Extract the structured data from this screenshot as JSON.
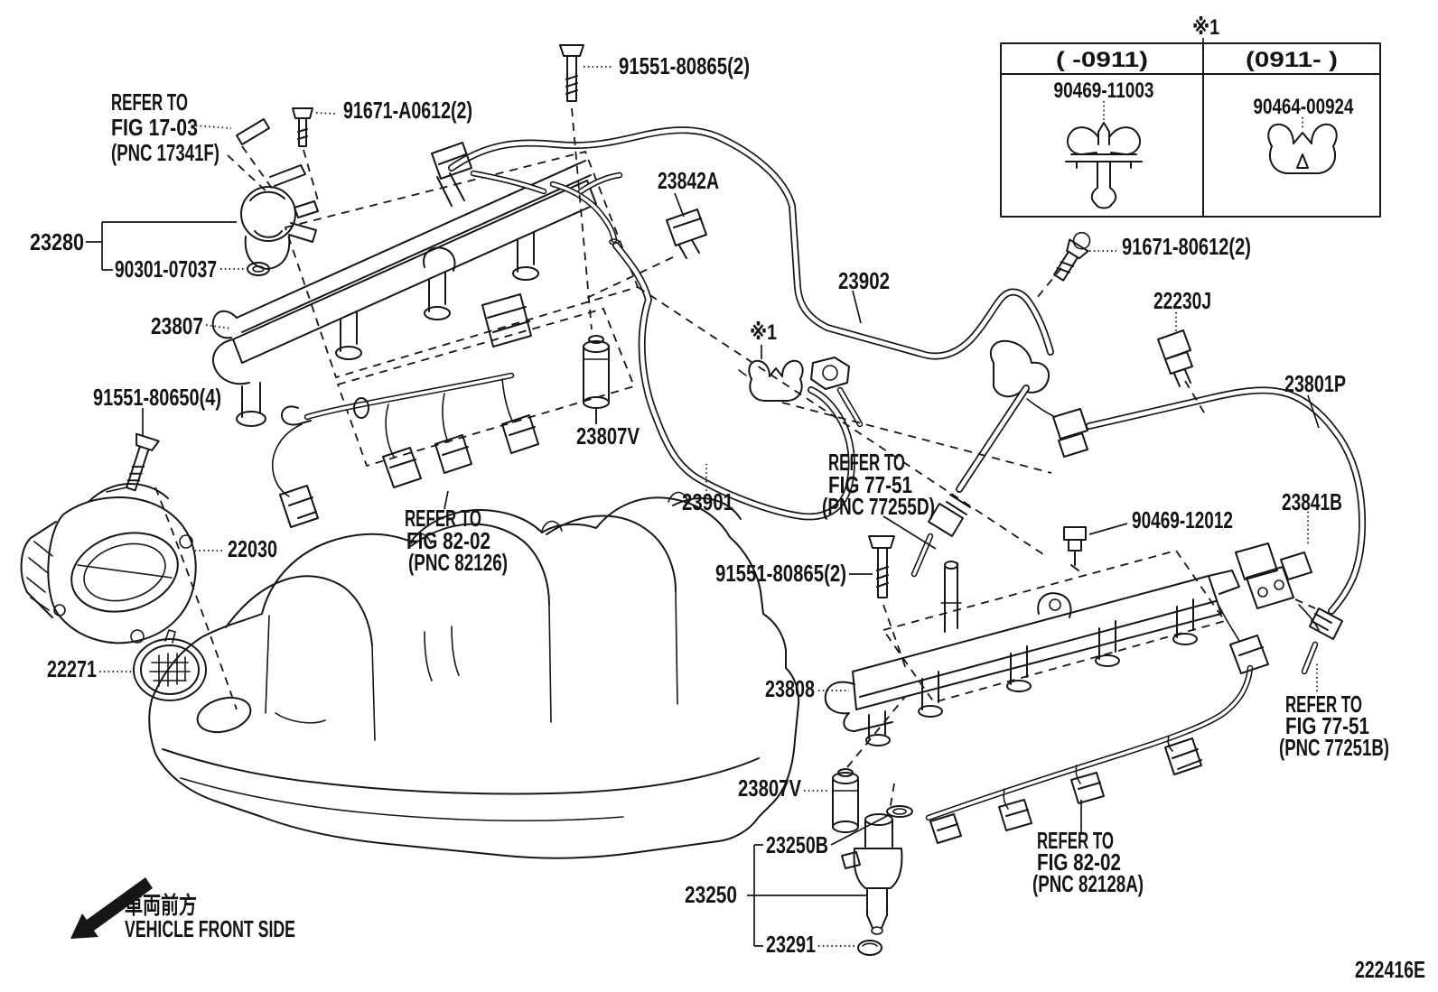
{
  "figure": {
    "code": "222416E"
  },
  "orientation": {
    "jp": "車両前方",
    "en": "VEHICLE FRONT SIDE"
  },
  "note_table": {
    "marker": "※1",
    "col1_header": "(    -0911)",
    "col2_header": "(0911-    )",
    "col1_part": "90469-11003",
    "col2_part": "90464-00924"
  },
  "labels": [
    {
      "id": "91551-80865-top",
      "text": "91551-80865(2)"
    },
    {
      "id": "refer-17-03-1",
      "text": "REFER TO"
    },
    {
      "id": "refer-17-03-2",
      "text": "FIG 17-03"
    },
    {
      "id": "refer-17-03-3",
      "text": "(PNC 17341F)"
    },
    {
      "id": "91671-A0612",
      "text": "91671-A0612(2)"
    },
    {
      "id": "23842A",
      "text": "23842A"
    },
    {
      "id": "23280",
      "text": "23280"
    },
    {
      "id": "90301-07037",
      "text": "90301-07037"
    },
    {
      "id": "23807",
      "text": "23807"
    },
    {
      "id": "23902",
      "text": "23902"
    },
    {
      "id": "91671-80612",
      "text": "91671-80612(2)"
    },
    {
      "id": "22230J",
      "text": "22230J"
    },
    {
      "id": "23801P",
      "text": "23801P"
    },
    {
      "id": "91551-80650",
      "text": "91551-80650(4)"
    },
    {
      "id": "23807V-upper",
      "text": "23807V"
    },
    {
      "id": "refer-82-02a-1",
      "text": "REFER TO"
    },
    {
      "id": "refer-82-02a-2",
      "text": "FIG 82-02"
    },
    {
      "id": "refer-82-02a-3",
      "text": "(PNC 82126)"
    },
    {
      "id": "23901",
      "text": "23901"
    },
    {
      "id": "refer-77-51a-1",
      "text": "REFER TO"
    },
    {
      "id": "refer-77-51a-2",
      "text": "FIG 77-51"
    },
    {
      "id": "refer-77-51a-3",
      "text": "(PNC 77255D)"
    },
    {
      "id": "90469-12012",
      "text": "90469-12012"
    },
    {
      "id": "91551-80865-mid",
      "text": "91551-80865(2)"
    },
    {
      "id": "23841B",
      "text": "23841B"
    },
    {
      "id": "22030",
      "text": "22030"
    },
    {
      "id": "22271",
      "text": "22271"
    },
    {
      "id": "23808",
      "text": "23808"
    },
    {
      "id": "23807V-lower",
      "text": "23807V"
    },
    {
      "id": "23250B",
      "text": "23250B"
    },
    {
      "id": "23250",
      "text": "23250"
    },
    {
      "id": "23291",
      "text": "23291"
    },
    {
      "id": "refer-82-02b-1",
      "text": "REFER TO"
    },
    {
      "id": "refer-82-02b-2",
      "text": "FIG 82-02"
    },
    {
      "id": "refer-82-02b-3",
      "text": "(PNC 82128A)"
    },
    {
      "id": "refer-77-51b-1",
      "text": "REFER TO"
    },
    {
      "id": "refer-77-51b-2",
      "text": "FIG 77-51"
    },
    {
      "id": "refer-77-51b-3",
      "text": "(PNC 77251B)"
    },
    {
      "id": "note-marker-mid",
      "text": "※1"
    }
  ]
}
